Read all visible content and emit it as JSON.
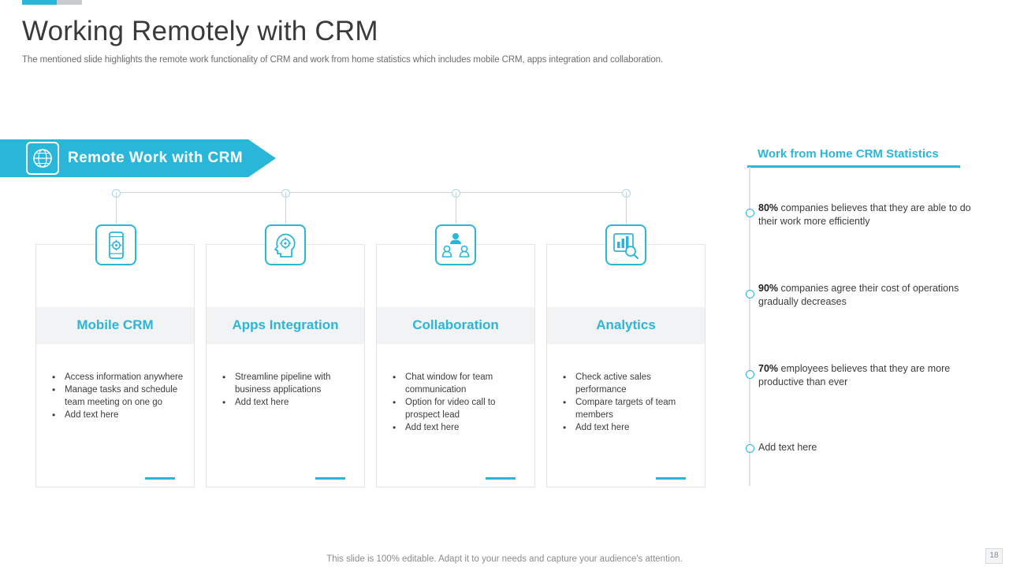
{
  "header": {
    "title": "Working Remotely with CRM",
    "subtitle": "The mentioned slide highlights the remote work functionality of CRM and work from home statistics which includes mobile CRM, apps integration and collaboration."
  },
  "banner": {
    "label": "Remote Work with CRM",
    "icon": "globe-network-icon"
  },
  "cards": [
    {
      "title": "Mobile CRM",
      "icon": "mobile-phone-gear-icon",
      "items": [
        "Access information anywhere",
        "Manage tasks and schedule team meeting on one go",
        "Add text here"
      ]
    },
    {
      "title": "Apps Integration",
      "icon": "head-gear-idea-icon",
      "items": [
        "Streamline pipeline with business applications",
        "Add text here"
      ]
    },
    {
      "title": "Collaboration",
      "icon": "team-collaboration-icon",
      "items": [
        "Chat window for team communication",
        "Option for video call to prospect lead",
        "Add text here"
      ]
    },
    {
      "title": "Analytics",
      "icon": "chart-magnifier-icon",
      "items": [
        "Check active sales performance",
        "Compare targets of team members",
        "Add text here"
      ]
    }
  ],
  "stats": {
    "title": "Work from Home CRM Statistics",
    "items": [
      {
        "value": "80%",
        "text": " companies believes that they are able to do their work more efficiently"
      },
      {
        "value": "90%",
        "text": " companies agree their cost of operations gradually decreases"
      },
      {
        "value": "70%",
        "text": " employees believes that they are more productive than ever"
      },
      {
        "value": "",
        "text": "Add text here"
      }
    ]
  },
  "footer": {
    "note": "This slide is 100% editable. Adapt it to your needs and capture your audience's attention.",
    "page_number": "18"
  },
  "colors": {
    "accent": "#2ab6d9",
    "band": "#f2f3f4",
    "border": "#e2e4e6",
    "text": "#3c3c3c"
  }
}
